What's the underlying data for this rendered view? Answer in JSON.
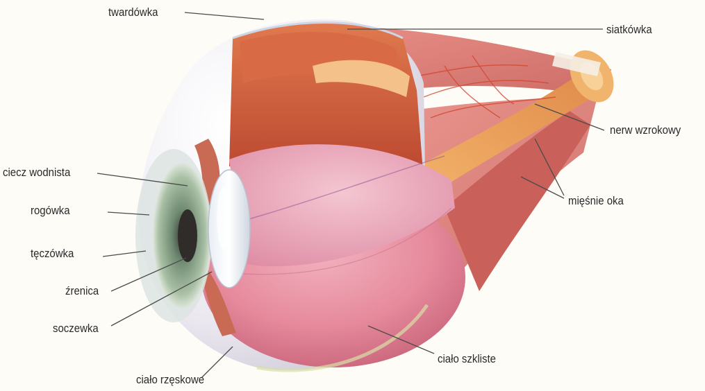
{
  "labels": {
    "twardowka": "twardówka",
    "siatkowka": "siatkówka",
    "nerw_wzrokowy": "nerw wzrokowy",
    "miesnie_oka": "mięśnie oka",
    "ciecz_wodnista": "ciecz wodnista",
    "rogowka": "rogówka",
    "teczowka": "tęczówka",
    "zrenica": "źrenica",
    "soczewka": "soczewka",
    "cialo_rzeskowe": "ciało rzęskowe",
    "cialo_szkliste": "ciało szkliste"
  },
  "colors": {
    "sclera": "#e9e7ef",
    "muscle": "#d9706a",
    "vitreous": "#e8889a",
    "iris": "#8fa78e",
    "nerve": "#e8a060",
    "retina": "#c85a3a"
  }
}
